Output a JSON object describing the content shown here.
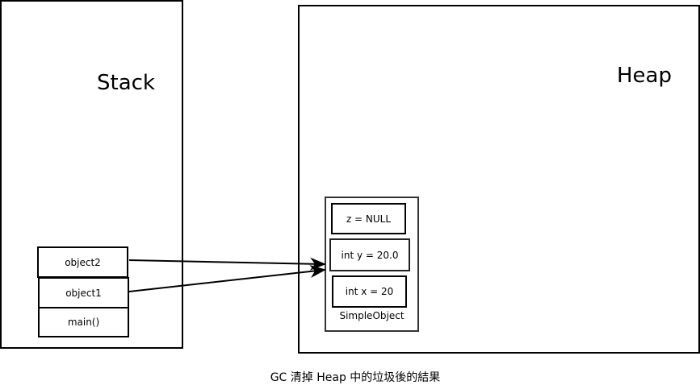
{
  "stack": {
    "title": "Stack",
    "frames": [
      "object2",
      "object1",
      "main()"
    ]
  },
  "heap": {
    "title": "Heap",
    "object": {
      "name": "SimpleObject",
      "fields": [
        "z = NULL",
        "int y = 20.0",
        "int x = 20"
      ]
    }
  },
  "caption": "GC 清掉 Heap 中的垃圾後的結果"
}
